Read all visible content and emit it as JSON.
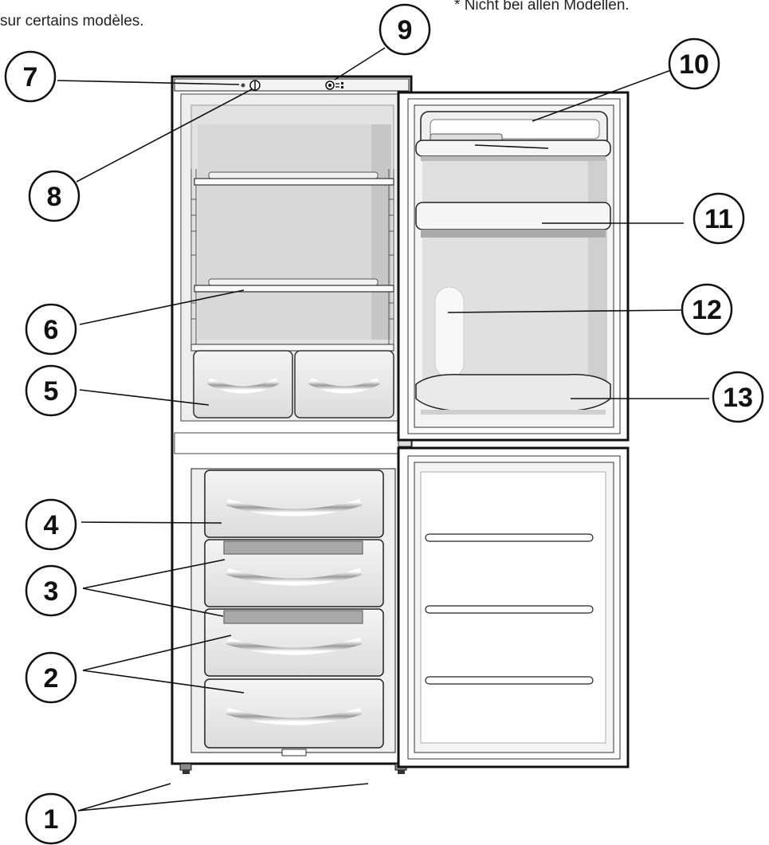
{
  "notes": {
    "left_fragment": "sur certains modèles.",
    "right_fragment": "Nicht bei allen Modellen."
  },
  "callouts": [
    "1",
    "2",
    "3",
    "4",
    "5",
    "6",
    "7",
    "8",
    "9",
    "10",
    "11",
    "12",
    "13"
  ]
}
